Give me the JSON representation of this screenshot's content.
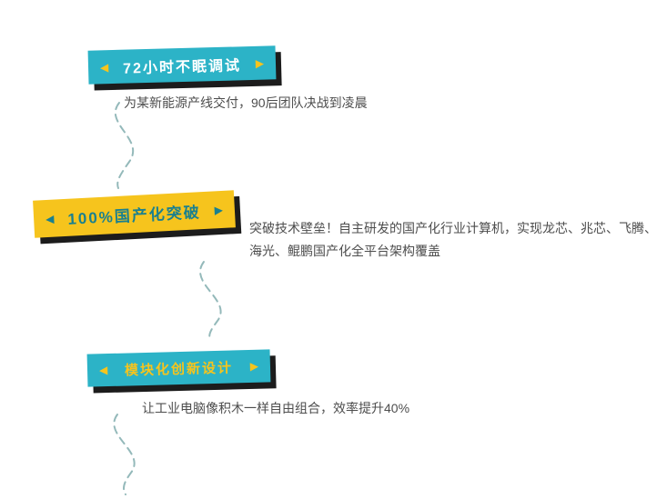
{
  "colors": {
    "teal": "#2cb3c7",
    "teal-dark": "#1a808f",
    "yellow": "#f6c41d",
    "shadow": "#1c1c1c",
    "text": "#4d4d4d",
    "dash": "#94b9ba"
  },
  "arrows": {
    "left": "◀",
    "right": "▶"
  },
  "milestones": [
    {
      "badge": "72小时不眠调试",
      "description": "为某新能源产线交付，90后团队决战到凌晨"
    },
    {
      "badge": "100%国产化突破",
      "description": "突破技术壁垒！自主研发的国产化行业计算机，实现龙芯、兆芯、飞腾、海光、鲲鹏国产化全平台架构覆盖"
    },
    {
      "badge": "模块化创新设计",
      "description": "让工业电脑像积木一样自由组合，效率提升40%"
    }
  ]
}
